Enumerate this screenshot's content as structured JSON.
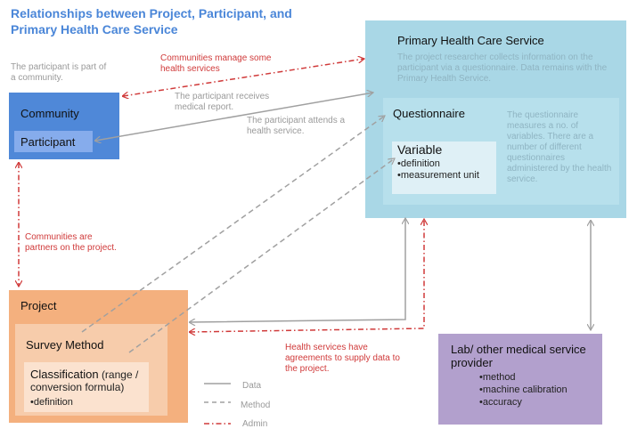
{
  "title": "Relationships between Project, Participant, and Primary Health Care Service",
  "notes": {
    "participant_part_of_community": "The participant is part of a community.",
    "communities_manage": "Communities manage some health services",
    "participant_receives_report": "The participant receives medical report.",
    "participant_attends": "The participant attends a health service.",
    "communities_partners": "Communities are partners on the project.",
    "health_services_agreements": "Health services have agreements to supply data to the project."
  },
  "boxes": {
    "community": {
      "label": "Community",
      "color": "#4f88d8"
    },
    "participant": {
      "label": "Participant",
      "color": "#86acec"
    },
    "phcs": {
      "label": "Primary Health Care Service",
      "description": "The project researcher collects information on the participant via a questionnaire. Data remains with the Primary Health Service.",
      "color": "#a9d7e6"
    },
    "questionnaire": {
      "label": "Questionnaire",
      "description": "The questionnaire measures a no. of variables.  There are a number of different questionnaires administered by the health service."
    },
    "variable": {
      "label": "Variable",
      "items": [
        "definition",
        "measurement unit"
      ]
    },
    "project": {
      "label": "Project",
      "color": "#f4b07e"
    },
    "survey_method": {
      "label": "Survey Method"
    },
    "classification": {
      "label": "Classification",
      "suffix": "(range / conversion formula)",
      "items": [
        "definition"
      ]
    },
    "lab": {
      "label": "Lab/ other medical service provider",
      "items": [
        "method",
        "machine calibration",
        "accuracy"
      ],
      "color": "#b2a0cd"
    }
  },
  "legend": [
    {
      "label": "Data",
      "style": "solid",
      "color": "#a0a0a0"
    },
    {
      "label": "Method",
      "style": "dashed",
      "color": "#a0a0a0"
    },
    {
      "label": "Admin",
      "style": "dash-dot",
      "color": "#d03a3a"
    }
  ],
  "colors": {
    "title": "#4a86d8",
    "admin": "#d03a3a",
    "data": "#a0a0a0"
  }
}
